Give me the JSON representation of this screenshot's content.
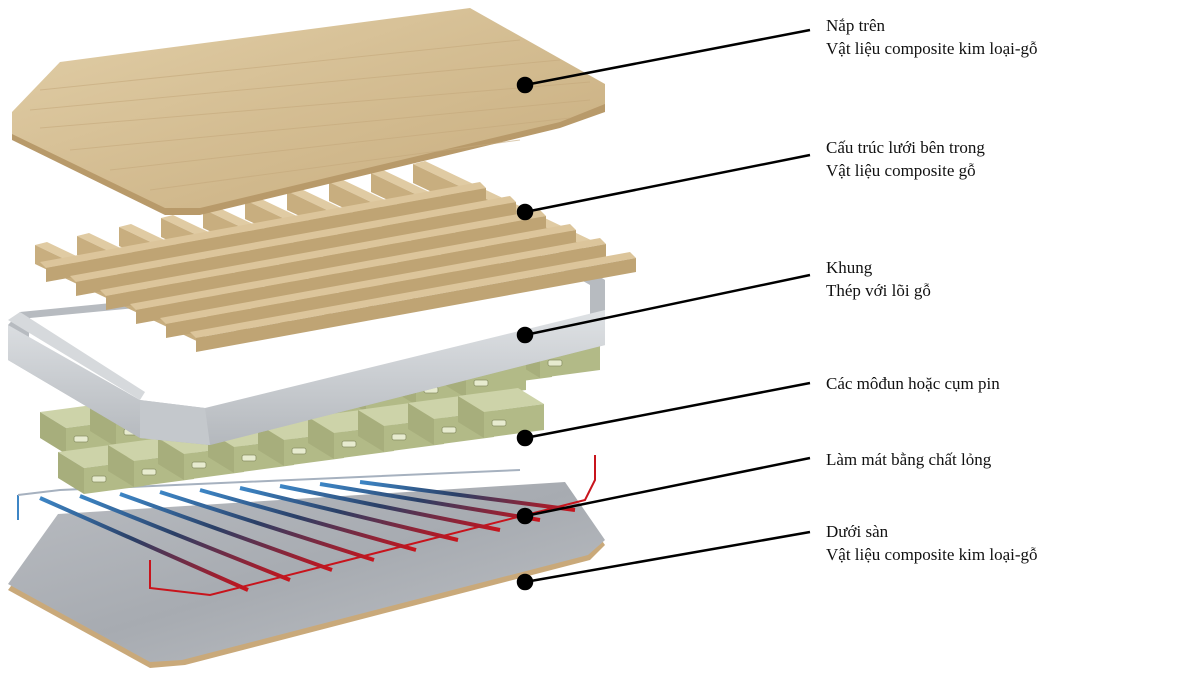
{
  "labels": [
    {
      "id": "top-cover",
      "title": "Nắp trên",
      "material": "Vật liệu composite kim loại-gỗ"
    },
    {
      "id": "inner-grid",
      "title": "Cấu trúc lưới bên trong",
      "material": "Vật liệu composite gỗ"
    },
    {
      "id": "frame",
      "title": "Khung",
      "material": "Thép với lõi gỗ"
    },
    {
      "id": "battery",
      "title": "Các môđun hoặc cụm pin",
      "material": ""
    },
    {
      "id": "cooling",
      "title": "Làm mát bằng chất lỏng",
      "material": ""
    },
    {
      "id": "bottom-floor",
      "title": "Dưới sàn",
      "material": "Vật liệu composite kim loại-gỗ"
    }
  ],
  "colors": {
    "wood": "#d8c29c",
    "wood_dark": "#b89a6a",
    "steel": "#c9ccd0",
    "battery": "#bfc69a",
    "coolant_hot": "#c8141c",
    "coolant_cold": "#3d86c6",
    "leader": "#000000"
  }
}
